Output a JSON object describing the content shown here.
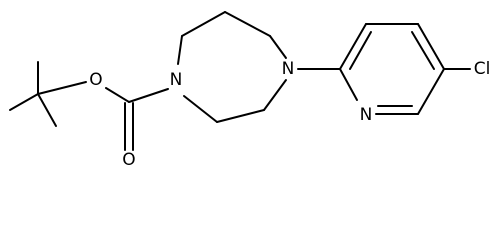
{
  "molecule": {
    "atoms": {
      "oxygen_ester": "O",
      "oxygen_carbonyl": "O",
      "nitrogen_carbamate": "N",
      "nitrogen_aryl": "N",
      "nitrogen_pyridine": "N",
      "chlorine": "Cl"
    }
  }
}
